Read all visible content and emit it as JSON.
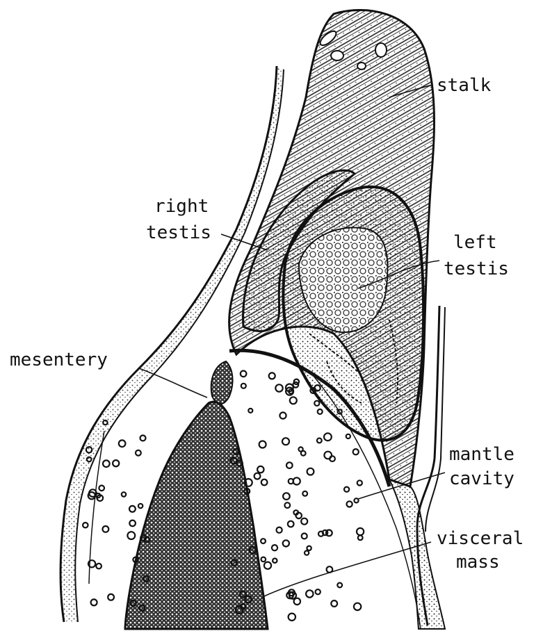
{
  "figure": {
    "labels": {
      "stalk": "stalk",
      "right_testis_1": "right",
      "right_testis_2": "testis",
      "left_testis_1": "left",
      "left_testis_2": "testis",
      "mesentery": "mesentery",
      "mantle_cavity_1": "mantle",
      "mantle_cavity_2": "cavity",
      "visceral_mass_1": "visceral",
      "visceral_mass_2": "mass"
    }
  }
}
